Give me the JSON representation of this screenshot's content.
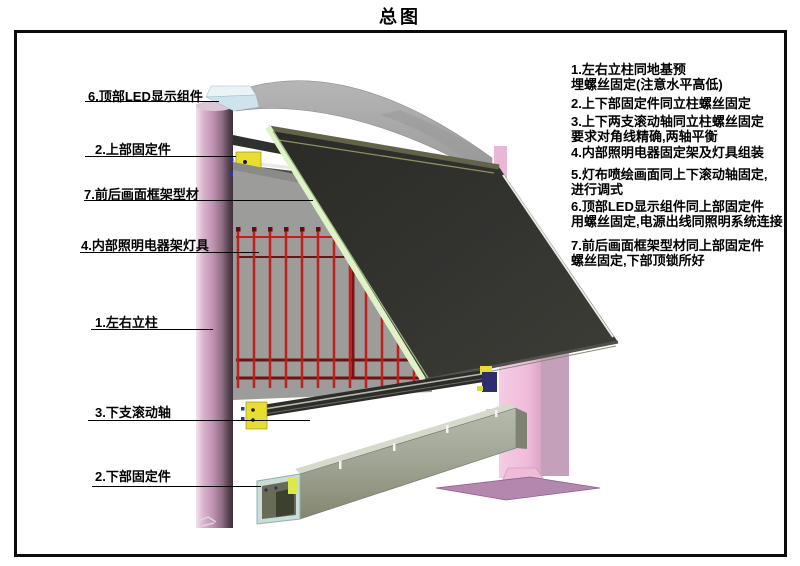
{
  "title": "总图",
  "callouts": [
    {
      "text": "6.顶部LED显示组件"
    },
    {
      "text": "2.上部固定件"
    },
    {
      "text": "7.前后画面框架型材"
    },
    {
      "text": "4.内部照明电器架灯具"
    },
    {
      "text": "1.左右立柱"
    },
    {
      "text": "3.下支滚动轴"
    },
    {
      "text": "2.下部固定件"
    }
  ],
  "notes": [
    "1.左右立柱同地基预\n埋螺丝固定(注意水平高低)",
    "2.上下部固定件同立柱螺丝固定",
    "3.上下两支滚动轴同立柱螺丝固定\n要求对角线精确,两轴平衡",
    "4.内部照明电器固定架及灯具组装",
    "5.灯布喷绘画面同上下滚动轴固定,\n进行调式",
    "6.顶部LED显示组件同上部固定件\n用螺丝固定,电源出线同照明系统连接",
    "7.前后画面框架型材同上部固定件\n螺丝固定,下部顶锁所好"
  ],
  "colors": {
    "lamp_red": "#c41d1d",
    "left_column_pink": "#c193b4",
    "right_column_pink": "#eebbd9",
    "panel_dark": "#32322d",
    "panel_edge_green": "#dff2c8",
    "canopy_gray": "#a8a8a8",
    "led_module_blue": "#cfe3ed",
    "fixing_block_yellow": "#e8de30",
    "beam_gray": "#a2a697",
    "base_plate_purple": "#b487ae",
    "line_black": "#000000"
  },
  "parts": [
    "left-column",
    "canopy",
    "led-display-module",
    "upper-rail",
    "top-roller",
    "upper-fixing-block",
    "lamp-back-panel",
    "lamp-rods",
    "right-column",
    "display-panel",
    "bottom-roller",
    "bottom-beam",
    "base-plate"
  ]
}
